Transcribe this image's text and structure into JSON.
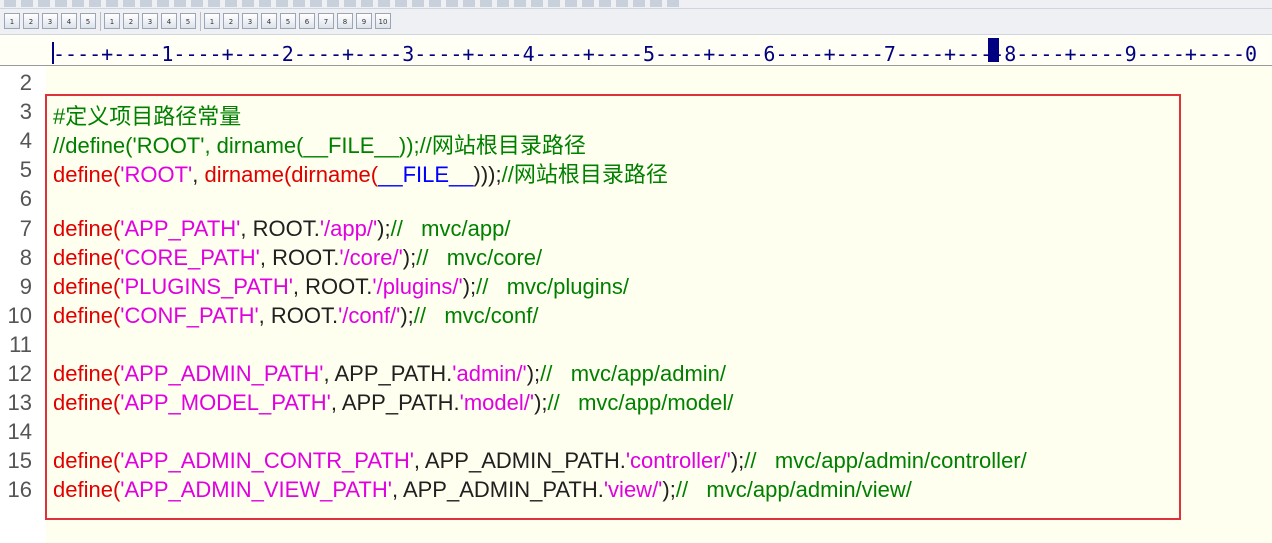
{
  "toolbar": {
    "row2_buttons": [
      "1",
      "2",
      "3",
      "4",
      "5",
      "1",
      "2",
      "3",
      "4",
      "5",
      "1",
      "2",
      "3",
      "4",
      "5",
      "6",
      "7",
      "8",
      "9",
      "10"
    ]
  },
  "ruler": {
    "text": "----+----1----+----2----+----3----+----4----+----5----+----6----+----7----+----8----+----9----+----0",
    "cursor_column": 79
  },
  "editor": {
    "lines": [
      {
        "num": "2",
        "parts": []
      },
      {
        "num": "3",
        "parts": [
          {
            "t": "#定义项目路径常量",
            "c": "comment"
          }
        ]
      },
      {
        "num": "4",
        "parts": [
          {
            "t": "//define('ROOT', dirname(__FILE__));//网站根目录路径",
            "c": "comment"
          }
        ]
      },
      {
        "num": "5",
        "parts": [
          {
            "t": "define(",
            "c": "func"
          },
          {
            "t": "'ROOT'",
            "c": "str"
          },
          {
            "t": ", ",
            "c": "plain"
          },
          {
            "t": "dirname(dirname(",
            "c": "func"
          },
          {
            "t": "__FILE__",
            "c": "blue"
          },
          {
            "t": ")));",
            "c": "plain"
          },
          {
            "t": "//网站根目录路径",
            "c": "comment"
          }
        ]
      },
      {
        "num": "6",
        "parts": []
      },
      {
        "num": "7",
        "parts": [
          {
            "t": "define(",
            "c": "func"
          },
          {
            "t": "'APP_PATH'",
            "c": "str"
          },
          {
            "t": ", ROOT.",
            "c": "plain"
          },
          {
            "t": "'/app/'",
            "c": "str"
          },
          {
            "t": ");",
            "c": "plain"
          },
          {
            "t": "//   mvc/app/",
            "c": "comment"
          }
        ]
      },
      {
        "num": "8",
        "parts": [
          {
            "t": "define(",
            "c": "func"
          },
          {
            "t": "'CORE_PATH'",
            "c": "str"
          },
          {
            "t": ", ROOT.",
            "c": "plain"
          },
          {
            "t": "'/core/'",
            "c": "str"
          },
          {
            "t": ");",
            "c": "plain"
          },
          {
            "t": "//   mvc/core/",
            "c": "comment"
          }
        ]
      },
      {
        "num": "9",
        "parts": [
          {
            "t": "define(",
            "c": "func"
          },
          {
            "t": "'PLUGINS_PATH'",
            "c": "str"
          },
          {
            "t": ", ROOT.",
            "c": "plain"
          },
          {
            "t": "'/plugins/'",
            "c": "str"
          },
          {
            "t": ");",
            "c": "plain"
          },
          {
            "t": "//   mvc/plugins/",
            "c": "comment"
          }
        ]
      },
      {
        "num": "10",
        "parts": [
          {
            "t": "define(",
            "c": "func"
          },
          {
            "t": "'CONF_PATH'",
            "c": "str"
          },
          {
            "t": ", ROOT.",
            "c": "plain"
          },
          {
            "t": "'/conf/'",
            "c": "str"
          },
          {
            "t": ");",
            "c": "plain"
          },
          {
            "t": "//   mvc/conf/",
            "c": "comment"
          }
        ]
      },
      {
        "num": "11",
        "parts": []
      },
      {
        "num": "12",
        "parts": [
          {
            "t": "define(",
            "c": "func"
          },
          {
            "t": "'APP_ADMIN_PATH'",
            "c": "str"
          },
          {
            "t": ", APP_PATH.",
            "c": "plain"
          },
          {
            "t": "'admin/'",
            "c": "str"
          },
          {
            "t": ");",
            "c": "plain"
          },
          {
            "t": "//   mvc/app/admin/",
            "c": "comment"
          }
        ]
      },
      {
        "num": "13",
        "parts": [
          {
            "t": "define(",
            "c": "func"
          },
          {
            "t": "'APP_MODEL_PATH'",
            "c": "str"
          },
          {
            "t": ", APP_PATH.",
            "c": "plain"
          },
          {
            "t": "'model/'",
            "c": "str"
          },
          {
            "t": ");",
            "c": "plain"
          },
          {
            "t": "//   mvc/app/model/",
            "c": "comment"
          }
        ]
      },
      {
        "num": "14",
        "parts": []
      },
      {
        "num": "15",
        "parts": [
          {
            "t": "define(",
            "c": "func"
          },
          {
            "t": "'APP_ADMIN_CONTR_PATH'",
            "c": "str"
          },
          {
            "t": ", APP_ADMIN_PATH.",
            "c": "plain"
          },
          {
            "t": "'controller/'",
            "c": "str"
          },
          {
            "t": ");",
            "c": "plain"
          },
          {
            "t": "//   mvc/app/admin/controller/",
            "c": "comment"
          }
        ]
      },
      {
        "num": "16",
        "parts": [
          {
            "t": "define(",
            "c": "func"
          },
          {
            "t": "'APP_ADMIN_VIEW_PATH'",
            "c": "str"
          },
          {
            "t": ", APP_ADMIN_PATH.",
            "c": "plain"
          },
          {
            "t": "'view/'",
            "c": "str"
          },
          {
            "t": ");",
            "c": "plain"
          },
          {
            "t": "//   mvc/app/admin/view/",
            "c": "comment"
          }
        ]
      }
    ]
  },
  "colors": {
    "comment": "#008000",
    "func": "#e00000",
    "str": "#e000e0",
    "plain": "#202020",
    "blue": "#0000ff",
    "highlight_box": "#e0303a",
    "ruler_text": "#000080"
  }
}
